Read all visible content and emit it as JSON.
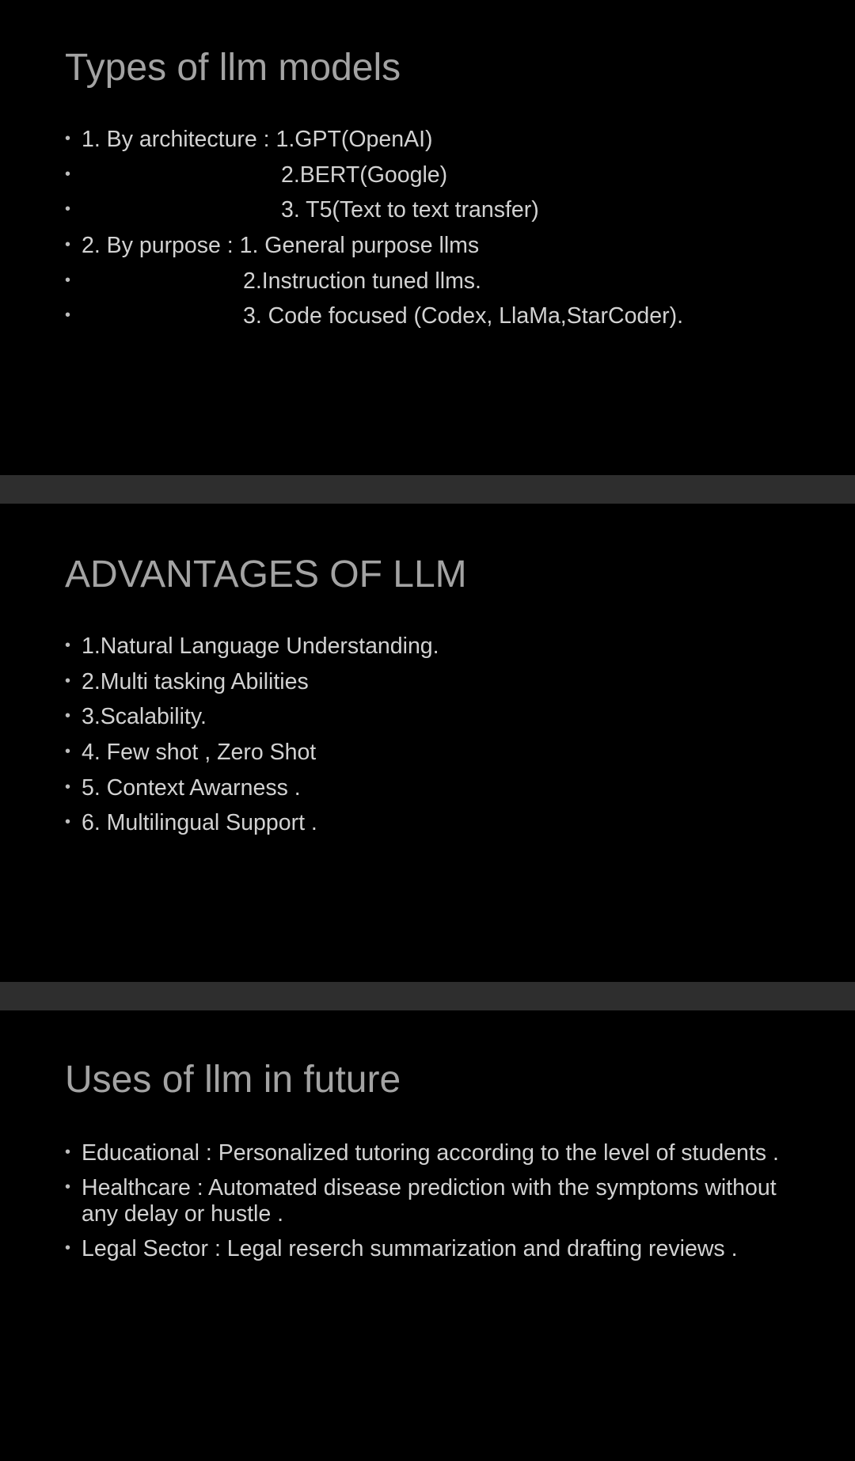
{
  "slides": [
    {
      "title": "Types of llm models",
      "bullets": [
        "1. By architecture : 1.GPT(OpenAI)",
        "2.BERT(Google)",
        "3. T5(Text to text transfer)",
        "2. By purpose : 1. General purpose llms",
        "2.Instruction tuned llms.",
        "3. Code focused (Codex, LlaMa,StarCoder)."
      ]
    },
    {
      "title": "ADVANTAGES OF LLM",
      "bullets": [
        "1.Natural Language Understanding.",
        "2.Multi tasking Abilities",
        "3.Scalability.",
        "4. Few shot , Zero Shot",
        "5. Context Awarness .",
        "6. Multilingual Support ."
      ]
    },
    {
      "title": "Uses of llm in future",
      "bullets": [
        "Educational : Personalized tutoring according to the level of students .",
        "Healthcare : Automated disease prediction with the symptoms without any delay or hustle .",
        "Legal Sector : Legal reserch summarization and drafting reviews ."
      ]
    }
  ],
  "bullet_symbol": "•"
}
